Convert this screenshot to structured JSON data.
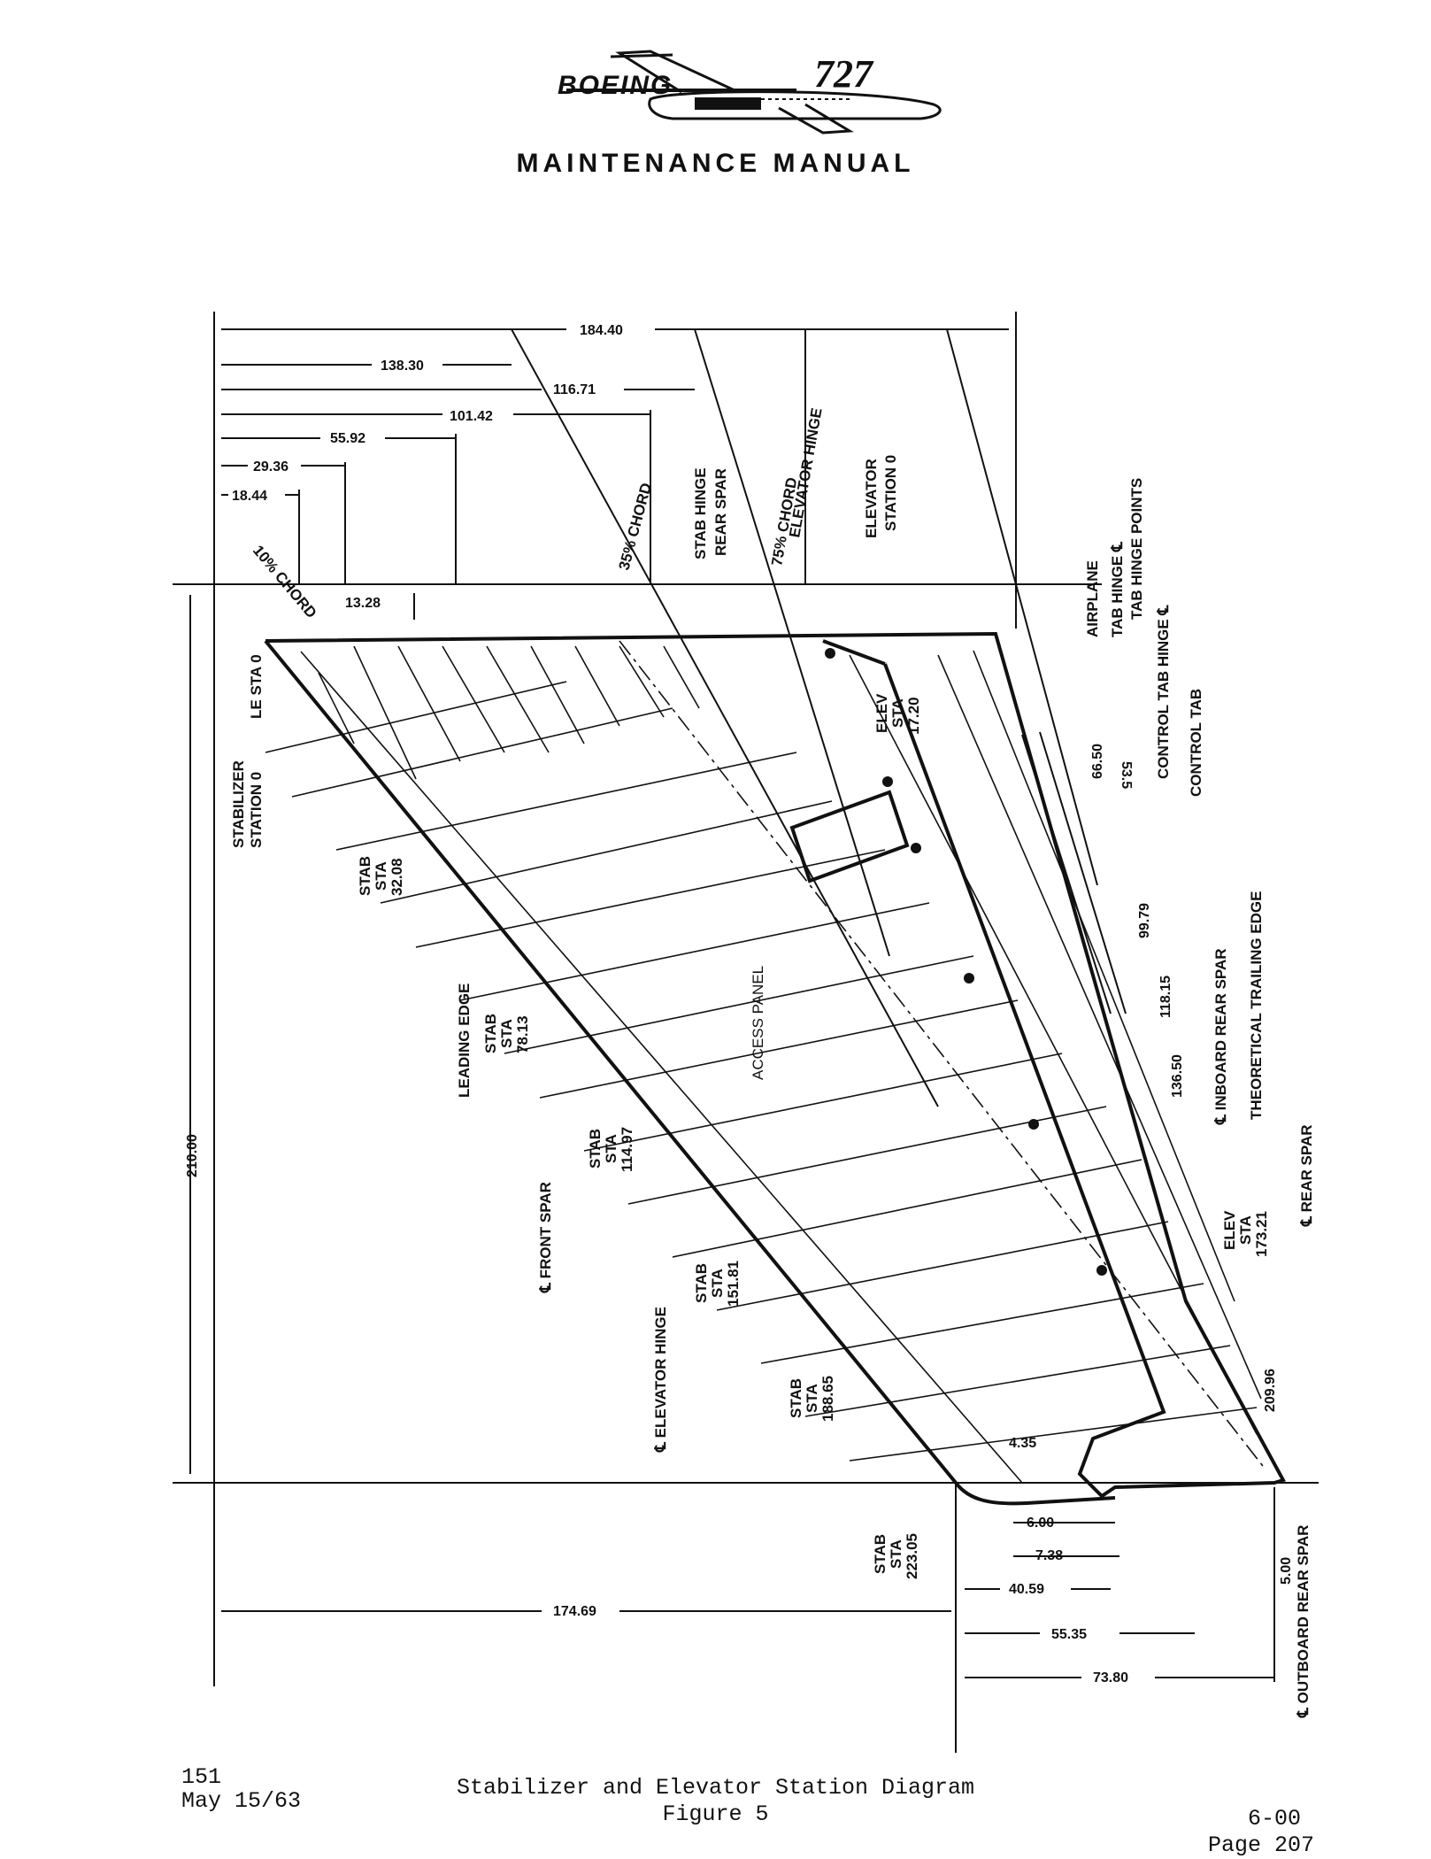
{
  "header": {
    "brand": "BOEING",
    "model": "727",
    "title": "MAINTENANCE MANUAL"
  },
  "dims_top": [
    "184.40",
    "138.30",
    "116.71",
    "101.42",
    "55.92",
    "29.36",
    "18.44",
    "13.28"
  ],
  "dims_bottom": [
    "174.69",
    "6.00",
    "7.38",
    "40.59",
    "55.35",
    "73.80",
    "4.35",
    "5.00"
  ],
  "dims_right": [
    "53.5",
    "66.50",
    "99.79",
    "118.15",
    "136.50",
    "209.96"
  ],
  "dim_height": "210.00",
  "stab_stations": [
    "32.08",
    "78.13",
    "114.97",
    "151.81",
    "188.65",
    "223.05"
  ],
  "labels": {
    "chord_10": "10% CHORD",
    "chord_35": "35% CHORD",
    "stab_hinge": "STAB HINGE",
    "rear_spar": "REAR SPAR",
    "chord_75": "75% CHORD",
    "elevator_hinge_top": "ELEVATOR HINGE",
    "elevator": "ELEVATOR",
    "station_0": "STATION 0",
    "cl_airplane": "℄",
    "airplane": "AIRPLANE",
    "tab_hinge_points": "TAB HINGE POINTS",
    "tab_hinge_cl": "TAB HINGE ℄",
    "control_tab_hinge_cl": "CONTROL TAB HINGE ℄",
    "control_tab": "CONTROL TAB",
    "le_sta_0": "LE STA 0",
    "stabilizer": "STABILIZER",
    "stab": "STAB",
    "sta": "STA",
    "elev": "ELEV",
    "elev_sta_1": "17.20",
    "elev_sta_2": "173.21",
    "leading_edge": "LEADING EDGE",
    "front_spar": "℄ FRONT SPAR",
    "elevator_hinge": "℄ ELEVATOR HINGE",
    "access_panel": "ACCESS PANEL",
    "inboard_rear_spar": "℄ INBOARD REAR SPAR",
    "theoretical_trailing_edge": "THEORETICAL TRAILING EDGE",
    "cl_rear_spar": "℄ REAR SPAR",
    "outboard_rear_spar": "℄ OUTBOARD REAR SPAR"
  },
  "footer": {
    "number": "151",
    "date": "May 15/63",
    "caption": "Stabilizer and Elevator Station Diagram",
    "figure": "Figure 5",
    "section": "6-00",
    "page": "Page 207"
  }
}
